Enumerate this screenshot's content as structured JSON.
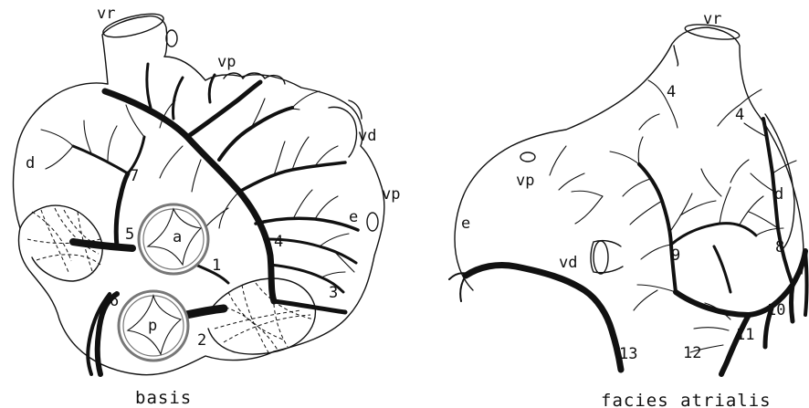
{
  "captions": {
    "left": "basis",
    "right": "facies atrialis"
  },
  "left_labels": {
    "vr": "vr",
    "vp_top": "vp",
    "vd": "vd",
    "vp_right": "vp",
    "d": "d",
    "e": "e",
    "n7": "7",
    "n5": "5",
    "a": "a",
    "n1": "1",
    "n4": "4",
    "n6": "6",
    "p": "p",
    "n2": "2",
    "n3": "3"
  },
  "right_labels": {
    "vr": "vr",
    "n4a": "4",
    "n4b": "4",
    "vp": "vp",
    "d": "d",
    "e": "e",
    "vd": "vd",
    "n9": "9",
    "n8": "8",
    "n10": "10",
    "n11": "11",
    "n12": "12",
    "n13": "13"
  }
}
